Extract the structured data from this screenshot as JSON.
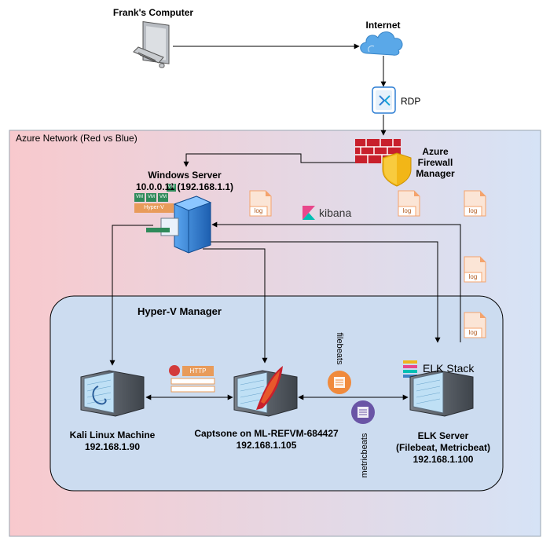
{
  "title": "",
  "computer": {
    "label": "Frank's Computer"
  },
  "internet": {
    "label": "Internet"
  },
  "rdp": {
    "label": "RDP"
  },
  "azure_network": {
    "label": "Azure Network (Red vs Blue)"
  },
  "firewall": {
    "line1": "Azure",
    "line2": "Firewall",
    "line3": "Manager"
  },
  "windows_server": {
    "name": "Windows Server",
    "ip": "10.0.0.11 (192.168.1.1)"
  },
  "hyperv_badge": {
    "vm": "VM",
    "title": "Hyper-V"
  },
  "kibana": {
    "label": "kibana"
  },
  "log_icon": {
    "label": "log"
  },
  "hyperv_manager": {
    "label": "Hyper-V Manager"
  },
  "http_badge": {
    "label": "HTTP"
  },
  "elk_stack": {
    "label": "ELK Stack"
  },
  "filebeats": {
    "label": "filebeats"
  },
  "metricbeats": {
    "label": "metricbeats"
  },
  "kali": {
    "name": "Kali Linux Machine",
    "ip": "192.168.1.90"
  },
  "capstone": {
    "name": "Captsone on ML-REFVM-684427",
    "ip": "192.168.1.105"
  },
  "elk_server": {
    "name": "ELK Server",
    "detail": "(Filebeat, Metricbeat)",
    "ip": "192.168.1.100"
  },
  "colors": {
    "azure_gradient_left": "#f8c9cd",
    "azure_gradient_right": "#d6e3f6",
    "hyperv_fill": "#ccdcf0",
    "firewall_red": "#c8202c",
    "shield_yellow": "#f2b617",
    "cloud_blue": "#5aa8e8",
    "server_blue": "#2f7fd4",
    "log_orange": "#f4a36c",
    "vm_green": "#2f8a5a",
    "hyperv_orange": "#e89b5a",
    "http_red": "#d33b3b",
    "filebeat_orange": "#f08a3c",
    "metricbeat_purple": "#6a55a6",
    "kibana_pink": "#e8478b",
    "kibana_teal": "#00bfb3"
  }
}
